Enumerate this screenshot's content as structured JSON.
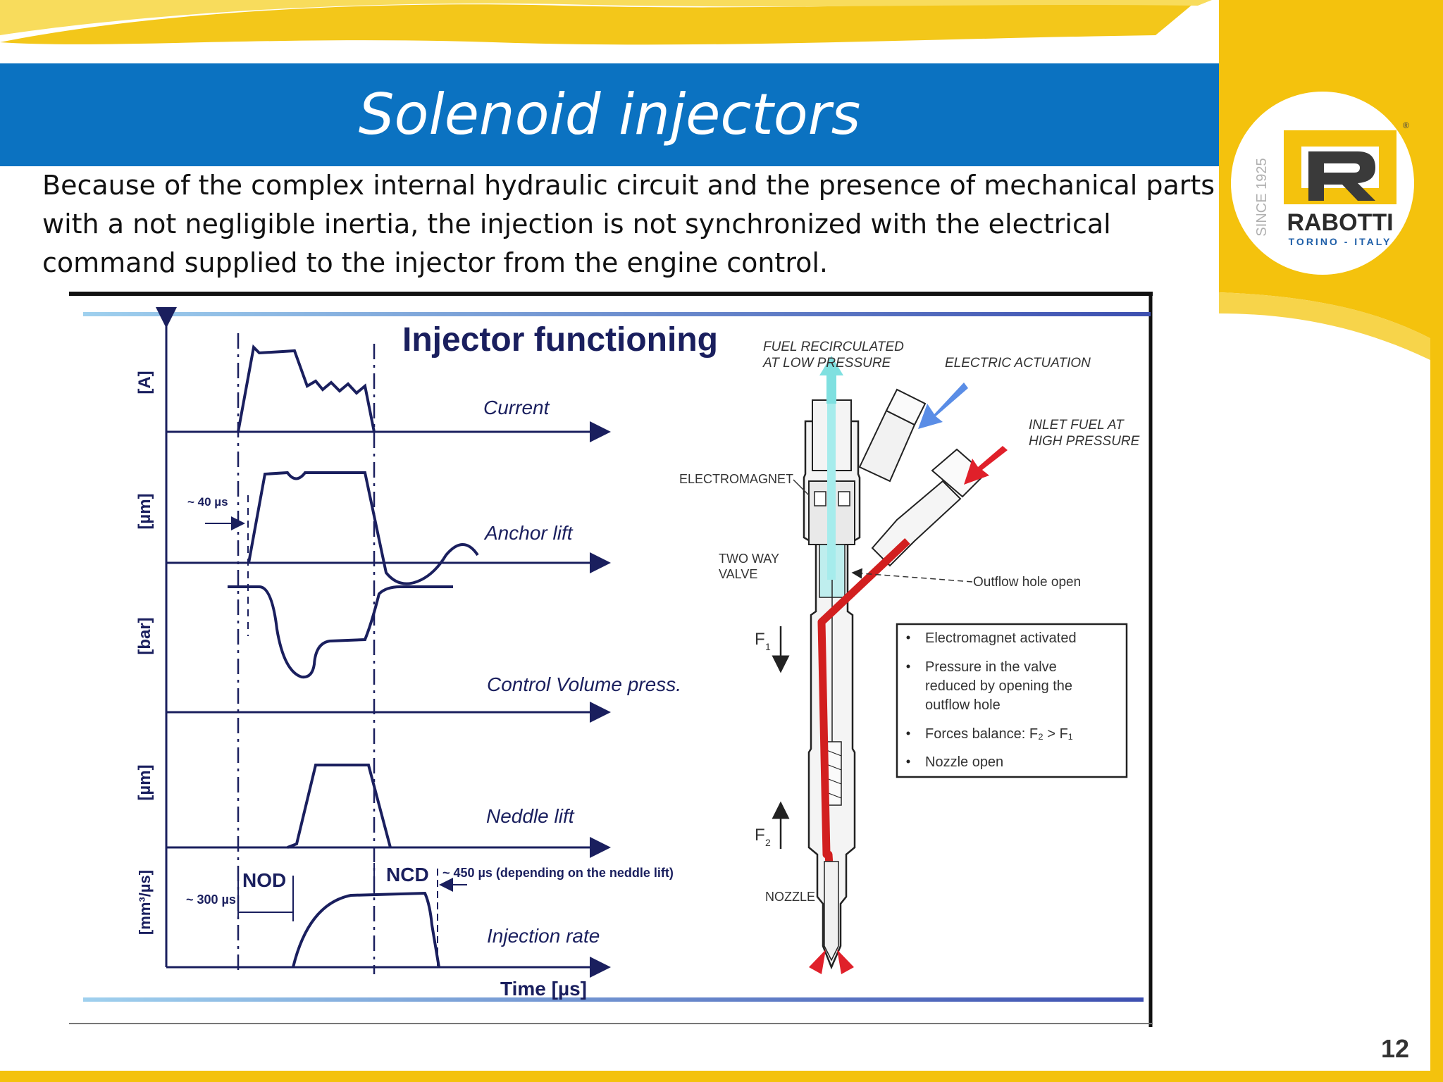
{
  "slide": {
    "title": "Solenoid injectors",
    "intro_lines": [
      "Because of the complex internal hydraulic circuit and the presence of mechanical parts",
      "with a not negligible inertia, the injection is not synchronized with the electrical",
      "command supplied to the injector from the engine control."
    ],
    "page_number": "12"
  },
  "logo": {
    "brand": "RABOTTI",
    "since": "SINCE 1925",
    "place": "TORINO - ITALY",
    "registered": "®"
  },
  "figure": {
    "title": "Injector functioning",
    "traces": [
      {
        "name": "Current",
        "axis_unit": "[A]"
      },
      {
        "name": "Anchor lift",
        "axis_unit": "[µm]"
      },
      {
        "name": "Control Volume press.",
        "axis_unit": "[bar]"
      },
      {
        "name": "Neddle lift",
        "axis_unit": "[µm]"
      },
      {
        "name": "Injection rate",
        "axis_unit": "[mm³/µs]"
      }
    ],
    "time_axis": "Time [µs]",
    "annotations": {
      "delay_40": "~ 40 µs",
      "delay_300": "~ 300 µs",
      "nod": "NOD",
      "ncd": "NCD",
      "delay_450": "~ 450 µs (depending on the neddle lift)"
    },
    "injector_labels": {
      "fuel_recirculated_1": "FUEL RECIRCULATED",
      "fuel_recirculated_2": "AT  LOW PRESSURE",
      "electric_actuation": "ELECTRIC ACTUATION",
      "inlet_1": "INLET FUEL AT",
      "inlet_2": "HIGH PRESSURE",
      "electromagnet": "ELECTROMAGNET",
      "valve_1": "TWO WAY",
      "valve_2": "VALVE",
      "outflow": "Outflow  hole open",
      "f1": "F",
      "f1_sub": "1",
      "f2": "F",
      "f2_sub": "2",
      "nozzle": "NOZZLE"
    },
    "legend": [
      {
        "text": "Electromagnet activated"
      },
      {
        "text": "Pressure in the valve",
        "more": [
          "reduced by opening the",
          "outflow hole"
        ]
      },
      {
        "text": "Forces balance:    F₂  >  F₁"
      },
      {
        "text": "Nozzle open"
      }
    ]
  },
  "colors": {
    "title_band": "#0b72c1",
    "gold": "#f4c20d",
    "navy": "#1a1f5e",
    "fuel_red": "#d21f1f",
    "recirc_cyan": "#7fe0e0"
  }
}
